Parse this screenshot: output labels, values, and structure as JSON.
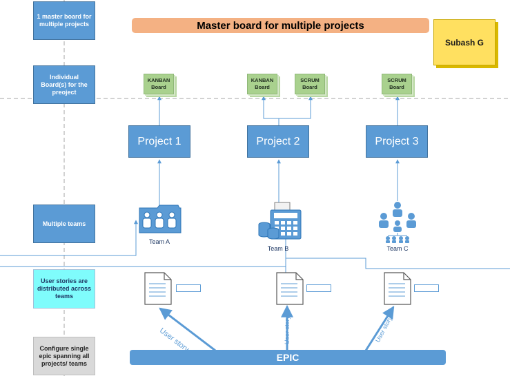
{
  "lanes": [
    "1 master board for multiple projects",
    "Individual Board(s) for the preoject",
    "Multiple teams",
    "User stories are distributed across teams",
    "Configure single epic spanning all projects/ teams"
  ],
  "title": "Master board for multiple projects",
  "author": "Subash G",
  "boards": [
    "KANBAN Board",
    "KANBAN Board",
    "SCRUM Board",
    "SCRUM Board"
  ],
  "projects": [
    "Project 1",
    "Project 2",
    "Project 3"
  ],
  "teams": [
    "Team A",
    "Team B",
    "Team C"
  ],
  "link_label": "User story",
  "epic": "EPIC",
  "colors": {
    "accent": "#5b9bd5",
    "title_bar": "#f4b183",
    "author_box": "#ffe060",
    "board": "#a9d18e",
    "stories_lane": "#7ffcfc",
    "epic_lane": "#d9d9d9"
  },
  "icons": [
    "kanban-board-icon",
    "scrum-board-icon",
    "team-group-icon",
    "database-calculator-icon",
    "org-chart-icon",
    "document-icon"
  ]
}
